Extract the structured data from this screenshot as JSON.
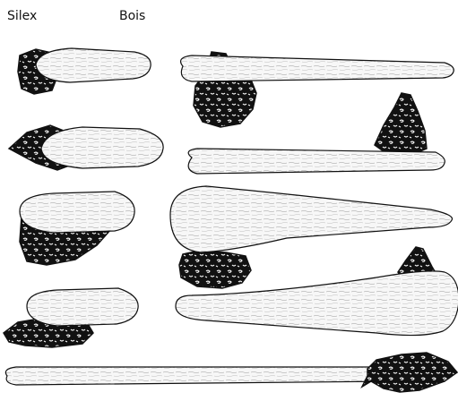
{
  "labels": {
    "flint": "Silex",
    "wood": "Bois"
  },
  "colors": {
    "flint_fill": "#111111",
    "wood_fill": "#f7f7f7",
    "outline": "#111111",
    "background": "#ffffff"
  },
  "tools": [
    {
      "name": "short-haft-tool-1"
    },
    {
      "name": "long-haft-tool-1"
    },
    {
      "name": "short-haft-tool-2"
    },
    {
      "name": "long-haft-tool-2"
    },
    {
      "name": "short-haft-tool-3"
    },
    {
      "name": "club-haft-tool-1"
    },
    {
      "name": "short-haft-tool-4"
    },
    {
      "name": "club-haft-tool-2"
    },
    {
      "name": "spear-tool"
    }
  ]
}
